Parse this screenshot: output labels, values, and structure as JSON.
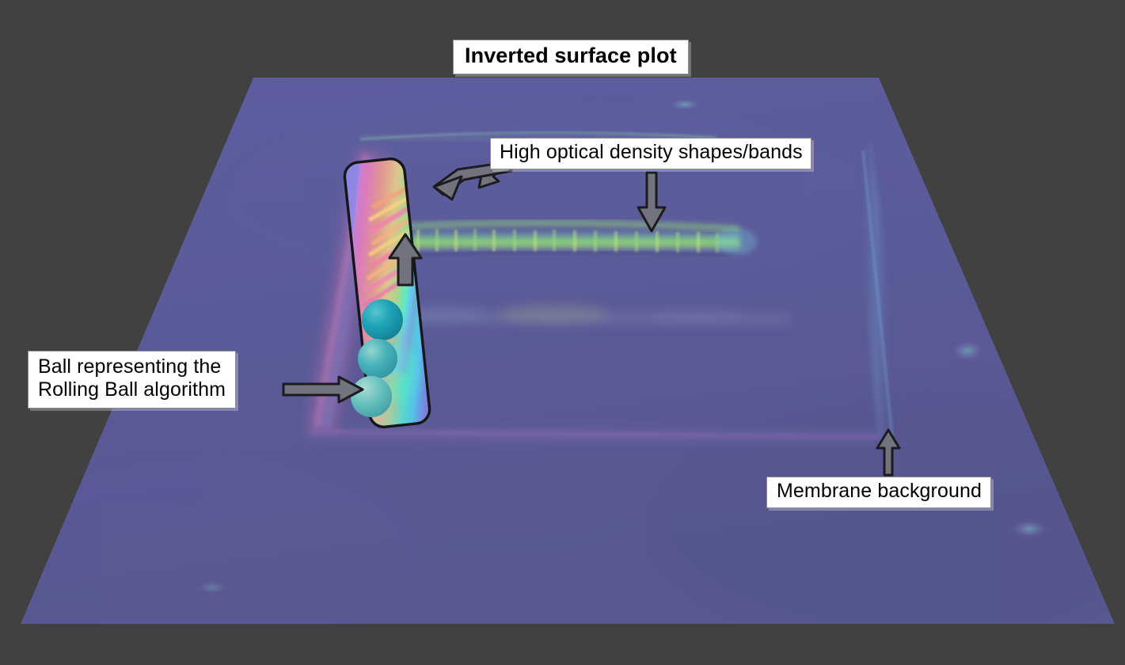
{
  "figure": {
    "title": "Inverted surface plot",
    "background_color": "#414141",
    "surface_base_color": "#5b5a99"
  },
  "annotations": {
    "bands_label": "High optical density shapes/bands",
    "ball_label": "Ball representing the\nRolling Ball algorithm",
    "membrane_label": "Membrane background"
  },
  "chart_data": {
    "type": "heatmap",
    "title": "Inverted surface plot",
    "xlabel": "",
    "ylabel": "",
    "description": "Pseudo-3D inverted surface rendering of a western-blot membrane. A flat slate-purple plane represents the low signal membrane background; raised ridges of green/yellow and rainbow hues represent high optical density bands. A rounded rectangle region-of-interest on the left holds three teal spheres illustrating the Rolling Ball background-subtraction algorithm rolling up a steep band.",
    "colorscale": [
      "#5b5a99",
      "#6b6fb5",
      "#5ab5d8",
      "#6fd6a8",
      "#b9e07a",
      "#f2c46a",
      "#ef7fa6",
      "#c86fd0"
    ],
    "surface_polygon": [
      [
        320,
        98
      ],
      [
        1110,
        98
      ],
      [
        1408,
        788
      ],
      [
        26,
        788
      ]
    ],
    "features": [
      {
        "name": "high-density-band-main",
        "kind": "ridge",
        "x_range": [
          515,
          935
        ],
        "y_center": 305,
        "peak_color": "#7fd079",
        "intensity": 0.92
      },
      {
        "name": "high-density-band-faint",
        "kind": "ridge",
        "x_range": [
          500,
          1000
        ],
        "y_center": 398,
        "peak_color": "#8e94c4",
        "intensity": 0.28
      },
      {
        "name": "high-density-band-lower",
        "kind": "ridge",
        "x_range": [
          380,
          1110
        ],
        "y_center": 543,
        "peak_color": "#b07cc0",
        "intensity": 0.22
      },
      {
        "name": "roi-rainbow-ridge",
        "kind": "steep-band",
        "x_range": [
          468,
          540
        ],
        "y_range": [
          205,
          420
        ],
        "peak_color": "#63f0c0",
        "intensity": 1.0
      },
      {
        "name": "membrane-right-edge",
        "kind": "ridge",
        "x_range": [
          1080,
          1130
        ],
        "y_range": [
          180,
          560
        ],
        "peak_color": "#6aa8d8",
        "intensity": 0.25
      },
      {
        "name": "membrane-top-edge",
        "kind": "ridge",
        "x_range": [
          470,
          900
        ],
        "y_range": [
          165,
          185
        ],
        "peak_color": "#7fcfa0",
        "intensity": 0.2
      },
      {
        "name": "speck-upper-right",
        "kind": "spot",
        "x": 865,
        "y": 132,
        "intensity": 0.3
      },
      {
        "name": "speck-right",
        "kind": "spot",
        "x": 1222,
        "y": 443,
        "intensity": 0.35
      },
      {
        "name": "speck-far-right",
        "kind": "spot",
        "x": 1300,
        "y": 668,
        "intensity": 0.25
      }
    ],
    "roi": {
      "name": "rolling-ball-roi",
      "shape": "rounded-rectangle",
      "rotation_deg": -6,
      "balls": [
        {
          "index": 1,
          "cx": 483,
          "cy": 404,
          "r": 25,
          "color": "#1c9fb2"
        },
        {
          "index": 2,
          "cx": 477,
          "cy": 453,
          "r": 24,
          "color": "#46b0b9"
        },
        {
          "index": 3,
          "cx": 468,
          "cy": 500,
          "r": 25,
          "color": "#63bcbc"
        }
      ]
    },
    "arrows": [
      {
        "name": "arrow-to-bands-roi",
        "from": [
          636,
          206
        ],
        "to": [
          547,
          237
        ],
        "direction": "down-left"
      },
      {
        "name": "arrow-to-main-band",
        "from": [
          823,
          218
        ],
        "to": [
          823,
          292
        ],
        "direction": "down"
      },
      {
        "name": "arrow-rolling-direction",
        "from": [
          509,
          352
        ],
        "to": [
          518,
          292
        ],
        "direction": "up"
      },
      {
        "name": "arrow-to-ball",
        "from": [
          358,
          492
        ],
        "to": [
          456,
          492
        ],
        "direction": "right"
      },
      {
        "name": "arrow-to-membrane",
        "from": [
          1122,
          600
        ],
        "to": [
          1122,
          545
        ],
        "direction": "up"
      }
    ]
  }
}
